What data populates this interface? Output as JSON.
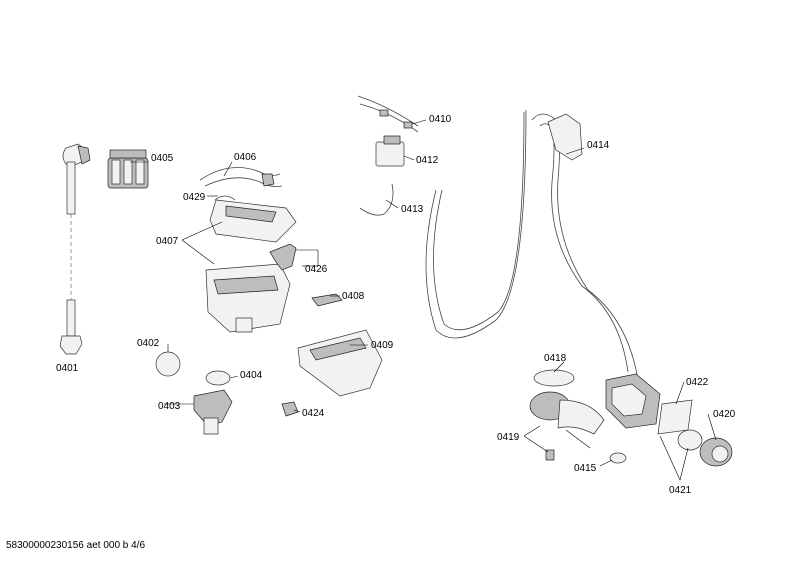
{
  "parts": {
    "p0401": "0401",
    "p0402": "0402",
    "p0403": "0403",
    "p0404": "0404",
    "p0405": "0405",
    "p0406": "0406",
    "p0407": "0407",
    "p0408": "0408",
    "p0409": "0409",
    "p0410": "0410",
    "p0412": "0412",
    "p0413": "0413",
    "p0414": "0414",
    "p0415": "0415",
    "p0418": "0418",
    "p0419": "0419",
    "p0420": "0420",
    "p0421": "0421",
    "p0422": "0422",
    "p0424": "0424",
    "p0426": "0426",
    "p0429": "0429"
  },
  "footer": "58300000230156 aet 000 b 4/6"
}
